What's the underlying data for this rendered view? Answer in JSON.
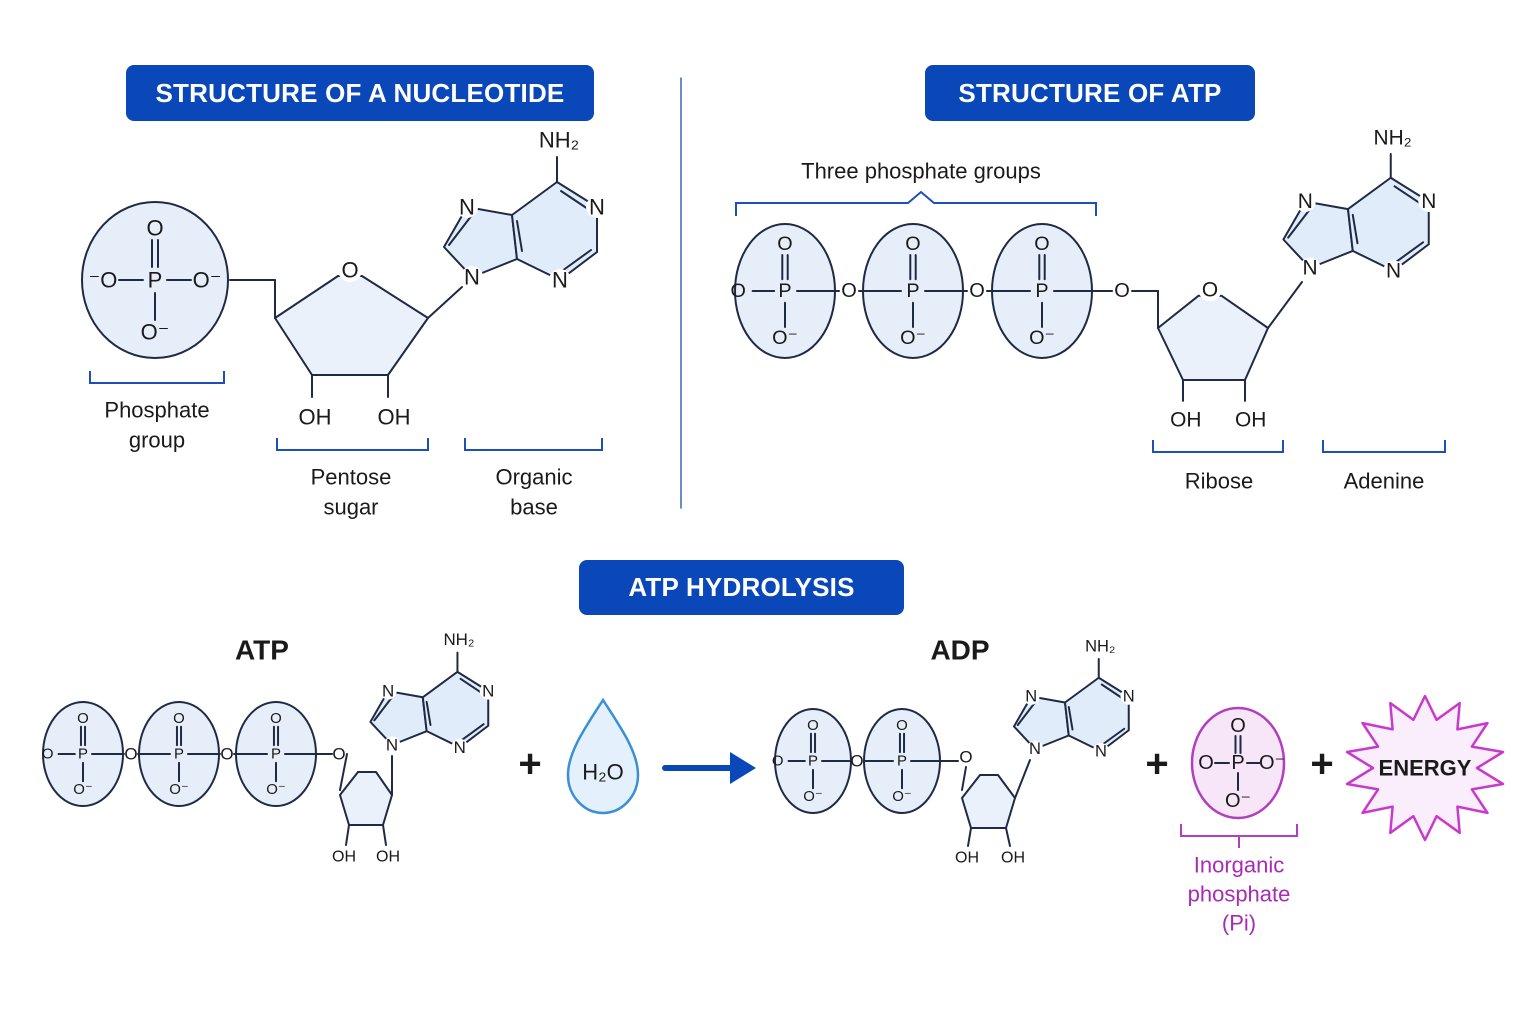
{
  "sections": {
    "nucleotide": {
      "title": "STRUCTURE OF A NUCLEOTIDE",
      "labels": {
        "phosphate_line1": "Phosphate",
        "phosphate_line2": "group",
        "sugar_line1": "Pentose",
        "sugar_line2": "sugar",
        "base_line1": "Organic",
        "base_line2": "base"
      }
    },
    "atp_structure": {
      "title": "STRUCTURE OF ATP",
      "labels": {
        "phosphates": "Three phosphate groups",
        "ribose": "Ribose",
        "adenine": "Adenine"
      }
    },
    "hydrolysis": {
      "title": "ATP HYDROLYSIS",
      "atp_label": "ATP",
      "adp_label": "ADP",
      "plus": "+",
      "water": "H₂O",
      "energy": "ENERGY",
      "pi_line1": "Inorganic",
      "pi_line2": "phosphate",
      "pi_line3": "(Pi)"
    }
  },
  "chem": {
    "o": "O",
    "o_minus": "O⁻",
    "minus_o": "⁻O",
    "p": "P",
    "n": "N",
    "nh2": "NH₂",
    "oh": "OH"
  },
  "colors": {
    "title_bg": "#0a47b8",
    "bracket": "#1d4fb8",
    "phosphate_fill": "#e6eefa",
    "structure_stroke": "#1f2a44",
    "water_fill": "#e4f1fc",
    "water_stroke": "#3a8fd6",
    "pi_fill": "#f7e6f8",
    "pi_stroke": "#b13fbf",
    "pi_label": "#a82ab5",
    "energy_stroke": "#c83acb",
    "arrow": "#0a47b8"
  }
}
